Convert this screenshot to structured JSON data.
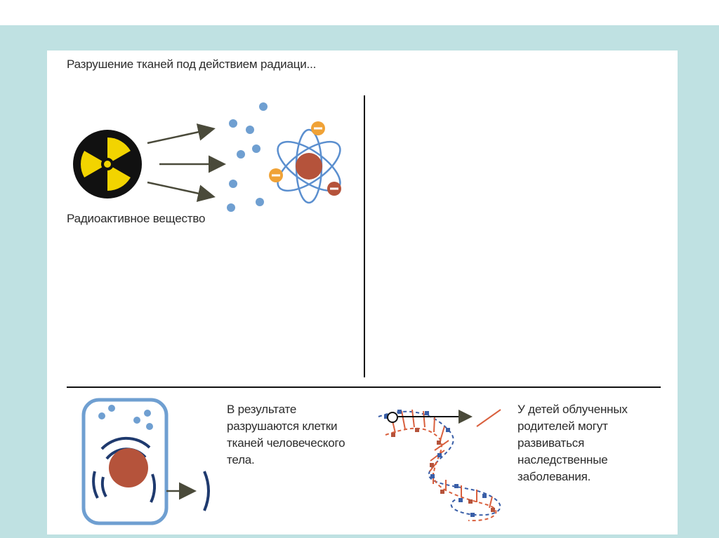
{
  "slide": {
    "title": "Разрушение тканей под действием радиаци...",
    "source_caption": "Радиоактивное вещество",
    "cells_caption": "В результате разрушаются клетки тканей человеческого тела.",
    "children_caption": "У детей облученных родителей могут развиваться наследственные заболевания."
  },
  "colors": {
    "background_band": "#bfe1e2",
    "radiation_yellow": "#f2d400",
    "particle_blue": "#6f9fd1",
    "nucleus_red": "#b5533b",
    "electron_orange": "#f0a236",
    "dna_red": "#d9603e",
    "dna_blue": "#3a5fa8"
  },
  "icons": [
    "radiation-trefoil-icon",
    "atom-icon",
    "cell-icon",
    "dna-helix-icon"
  ]
}
